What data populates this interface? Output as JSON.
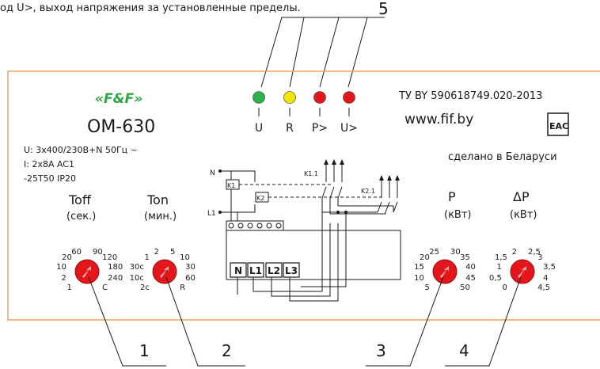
{
  "top_note": "од U>, выход напряжения за установленные пределы.",
  "callouts": [
    "1",
    "2",
    "3",
    "4",
    "5"
  ],
  "brand": {
    "logo_text": "«F&F»",
    "model": "OM-630",
    "spec_lines": [
      "U: 3x400/230B+N 50Гц ~",
      "I: 2x8A AC1",
      "-25T50  IP20"
    ],
    "tu": "ТУ BY 590618749.020-2013",
    "website": "www.fif.by",
    "eac": "ЕАС",
    "made_in": "сделано в Беларуси"
  },
  "leds": [
    {
      "label": "U",
      "color": "#2db34a"
    },
    {
      "label": "R",
      "color": "#f2e500"
    },
    {
      "label": "P>",
      "color": "#e3161b"
    },
    {
      "label": "U>",
      "color": "#e3161b"
    }
  ],
  "dials": [
    {
      "title": "Toff",
      "unit": "(сек.)",
      "ticks": [
        "1",
        "2",
        "10",
        "20",
        "60",
        "90",
        "120",
        "180",
        "240",
        "C"
      ]
    },
    {
      "title": "Ton",
      "unit": "(мин.)",
      "ticks": [
        "2c",
        "10c",
        "30c",
        "1",
        "2",
        "5",
        "10",
        "30",
        "60",
        "R"
      ]
    },
    {
      "title": "P",
      "unit": "(кВт)",
      "ticks": [
        "5",
        "10",
        "15",
        "20",
        "25",
        "30",
        "35",
        "40",
        "45",
        "50"
      ]
    },
    {
      "title": "ΔP",
      "unit": "(кВт)",
      "ticks": [
        "0",
        "0,5",
        "1",
        "1,5",
        "2",
        "2,5",
        "3",
        "3,5",
        "4",
        "4,5"
      ]
    }
  ],
  "circuit": {
    "node_labels": [
      "N",
      "L1",
      "K1",
      "K2",
      "K1.1",
      "K2.1"
    ],
    "terminals": [
      "N",
      "L1",
      "L2",
      "L3"
    ]
  },
  "colors": {
    "panel_border": "#e9a46b",
    "dial_red": "#e3161b",
    "logo_green": "#2aa845"
  }
}
